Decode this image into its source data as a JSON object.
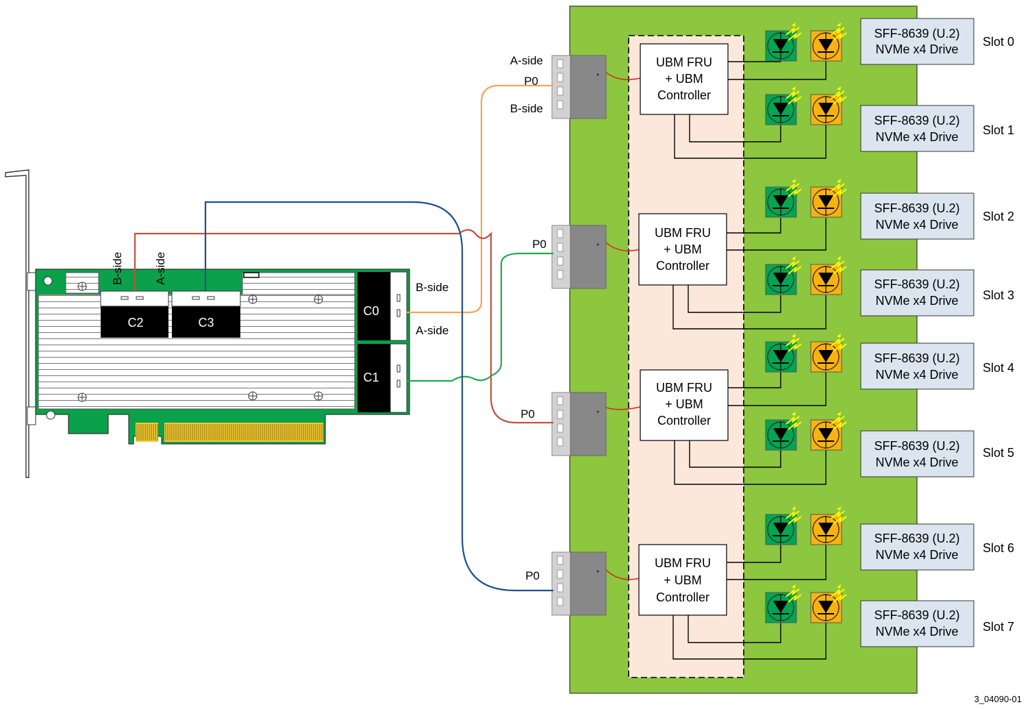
{
  "hba": {
    "connectors_top": [
      "C2",
      "C3"
    ],
    "connectors_right": [
      "C0",
      "C1"
    ],
    "labels_vertical": [
      "B-side",
      "A-side"
    ],
    "labels_c0": [
      "B-side",
      "A-side"
    ]
  },
  "backplane": {
    "connectors": [
      {
        "labels": [
          "A-side",
          "P0",
          "B-side"
        ]
      },
      {
        "labels": [
          "P0"
        ]
      },
      {
        "labels": [
          "P0"
        ]
      },
      {
        "labels": [
          "P0"
        ]
      }
    ],
    "controllers": [
      [
        "UBM FRU",
        "+ UBM",
        "Controller"
      ],
      [
        "UBM FRU",
        "+ UBM",
        "Controller"
      ],
      [
        "UBM FRU",
        "+ UBM",
        "Controller"
      ],
      [
        "UBM FRU",
        "+ UBM",
        "Controller"
      ]
    ],
    "drives": [
      {
        "line1": "SFF-8639 (U.2)",
        "line2": "NVMe x4 Drive",
        "slot": "Slot 0"
      },
      {
        "line1": "SFF-8639 (U.2)",
        "line2": "NVMe x4 Drive",
        "slot": "Slot 1"
      },
      {
        "line1": "SFF-8639 (U.2)",
        "line2": "NVMe x4 Drive",
        "slot": "Slot 2"
      },
      {
        "line1": "SFF-8639 (U.2)",
        "line2": "NVMe x4 Drive",
        "slot": "Slot 3"
      },
      {
        "line1": "SFF-8639 (U.2)",
        "line2": "NVMe x4 Drive",
        "slot": "Slot 4"
      },
      {
        "line1": "SFF-8639 (U.2)",
        "line2": "NVMe x4 Drive",
        "slot": "Slot 5"
      },
      {
        "line1": "SFF-8639 (U.2)",
        "line2": "NVMe x4 Drive",
        "slot": "Slot 6"
      },
      {
        "line1": "SFF-8639 (U.2)",
        "line2": "NVMe x4 Drive",
        "slot": "Slot 7"
      }
    ]
  },
  "figure_id": "3_04090-01",
  "colors": {
    "backplane": "#8dc63f",
    "pcb": "#0aa14a",
    "controller_zone": "#fbe8da",
    "drive": "#dbe5ef",
    "led_green": "#00a650",
    "led_amber": "#f9b20f",
    "cable_orange": "#f3a35b",
    "cable_red": "#c2503a",
    "cable_green": "#21a84a",
    "cable_blue": "#1f4e8c"
  }
}
